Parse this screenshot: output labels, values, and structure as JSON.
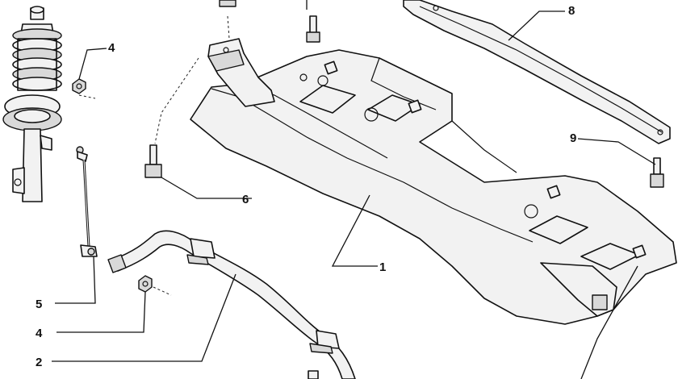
{
  "diagram": {
    "callouts": [
      {
        "id": "c1",
        "label": "1"
      },
      {
        "id": "c2",
        "label": "2"
      },
      {
        "id": "c4a",
        "label": "4"
      },
      {
        "id": "c4b",
        "label": "4"
      },
      {
        "id": "c5",
        "label": "5"
      },
      {
        "id": "c6",
        "label": "6"
      },
      {
        "id": "c8",
        "label": "8"
      },
      {
        "id": "c9",
        "label": "9"
      }
    ],
    "parts": [
      {
        "ref": "1",
        "name": "subframe-crossmember"
      },
      {
        "ref": "2",
        "name": "stabilizer-bar"
      },
      {
        "ref": "4",
        "name": "nut"
      },
      {
        "ref": "5",
        "name": "stabilizer-link"
      },
      {
        "ref": "6",
        "name": "bolt"
      },
      {
        "ref": "8",
        "name": "reinforcement-bar"
      },
      {
        "ref": "9",
        "name": "bolt"
      }
    ]
  }
}
